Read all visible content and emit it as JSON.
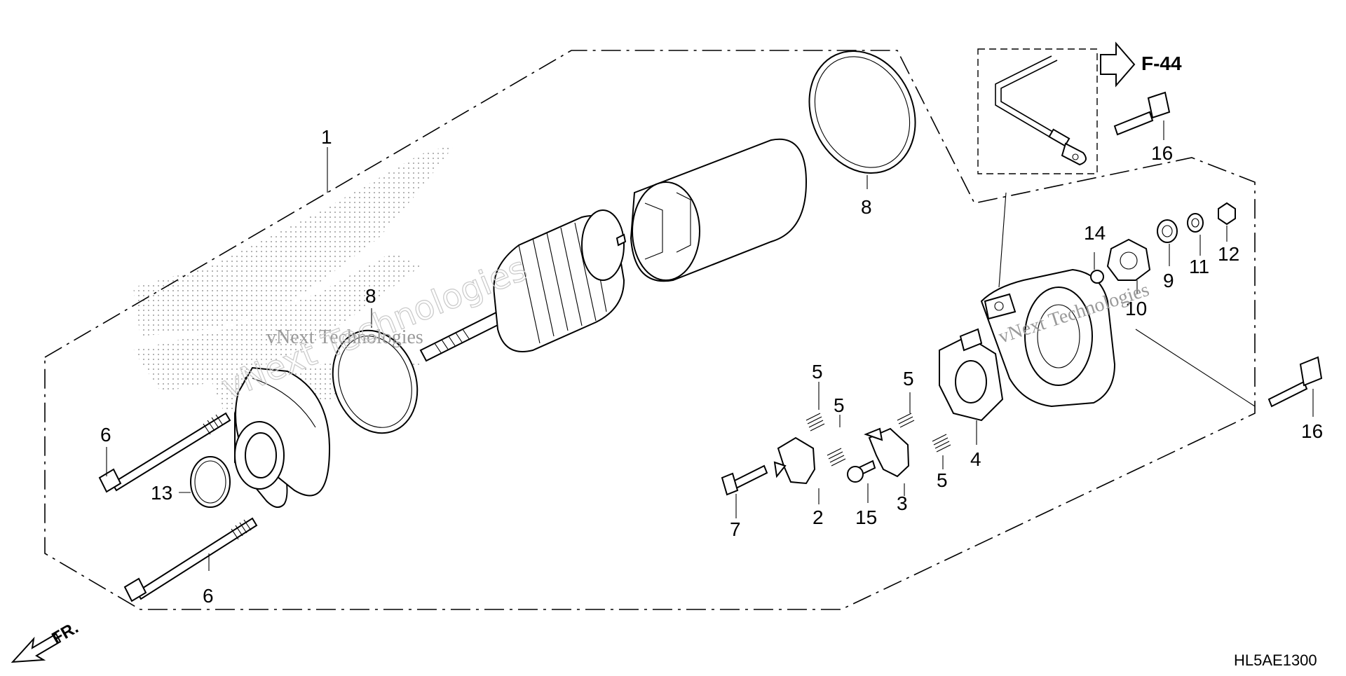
{
  "diagram": {
    "ref_label": "F-44",
    "diagram_code": "HL5AE1300",
    "direction_label": "FR.",
    "watermark": [
      "vNext Technologies",
      "vNext Technologies",
      "vNext Technologies"
    ],
    "callouts": [
      {
        "id": "c1",
        "text": "1"
      },
      {
        "id": "c2",
        "text": "2"
      },
      {
        "id": "c3",
        "text": "3"
      },
      {
        "id": "c4",
        "text": "4"
      },
      {
        "id": "c5a",
        "text": "5"
      },
      {
        "id": "c5b",
        "text": "5"
      },
      {
        "id": "c5c",
        "text": "5"
      },
      {
        "id": "c5d",
        "text": "5"
      },
      {
        "id": "c6a",
        "text": "6"
      },
      {
        "id": "c6b",
        "text": "6"
      },
      {
        "id": "c7",
        "text": "7"
      },
      {
        "id": "c8a",
        "text": "8"
      },
      {
        "id": "c8b",
        "text": "8"
      },
      {
        "id": "c9",
        "text": "9"
      },
      {
        "id": "c10",
        "text": "10"
      },
      {
        "id": "c11",
        "text": "11"
      },
      {
        "id": "c12",
        "text": "12"
      },
      {
        "id": "c13",
        "text": "13"
      },
      {
        "id": "c14",
        "text": "14"
      },
      {
        "id": "c15",
        "text": "15"
      },
      {
        "id": "c16a",
        "text": "16"
      },
      {
        "id": "c16b",
        "text": "16"
      }
    ]
  }
}
